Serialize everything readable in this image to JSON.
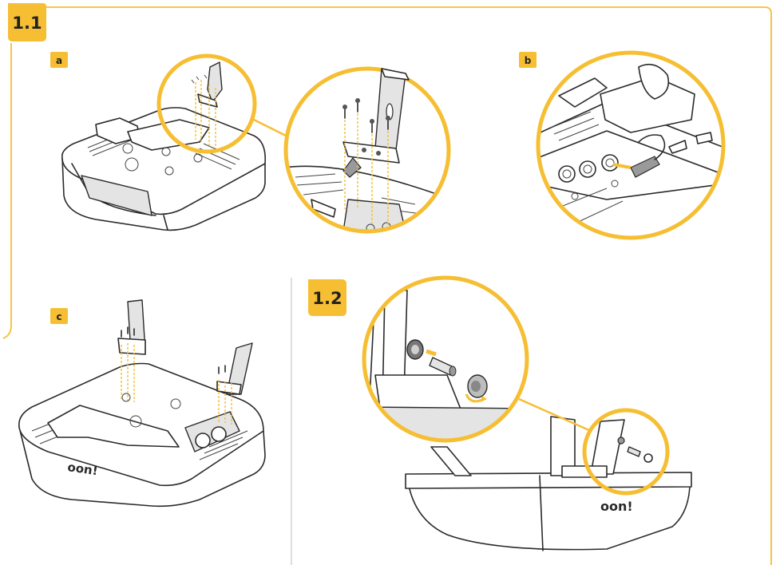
{
  "steps": {
    "step_1_1": "1.1",
    "step_1_2": "1.2"
  },
  "panels": {
    "a": "a",
    "b": "b",
    "c": "c"
  },
  "device": {
    "logo_text": "oon!"
  },
  "colors": {
    "accent": "#f6be32",
    "line": "#2a2a2a",
    "background": "#ffffff"
  }
}
